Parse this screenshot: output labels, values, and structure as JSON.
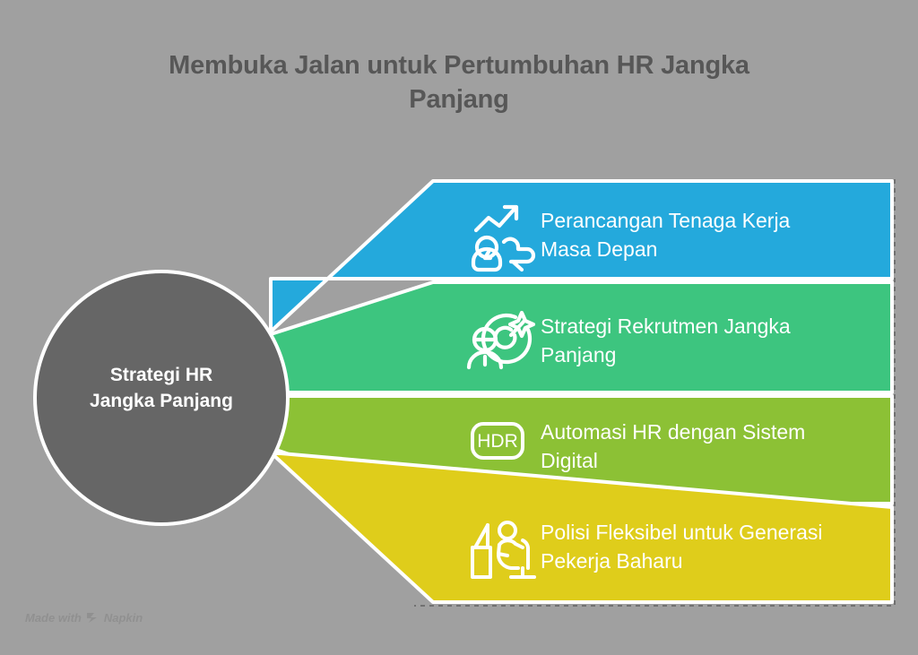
{
  "page": {
    "background_color": "#a0a0a0",
    "title": "Membuka Jalan untuk Pertumbuhan HR Jangka\nPanjang",
    "title_color": "#575757"
  },
  "hub": {
    "label": "Strategi HR\nJangka Panjang",
    "fill_color": "#666666",
    "ring_color": "#ffffff",
    "text_color": "#ffffff"
  },
  "bands": [
    {
      "label": "Perancangan Tenaga Kerja\nMasa Depan",
      "color": "#24a9dc",
      "icon": "people-growth-arrow-icon",
      "text_color": "#ffffff"
    },
    {
      "label": "Strategi Rekrutmen Jangka\nPanjang",
      "color": "#3dc57f",
      "icon": "person-target-star-icon",
      "text_color": "#ffffff"
    },
    {
      "label": "Automasi HR dengan Sistem\nDigital",
      "color": "#8cc135",
      "icon": "hdr-badge-icon",
      "icon_text": "HDR",
      "text_color": "#ffffff"
    },
    {
      "label": "Polisi Fleksibel untuk Generasi\nPekerja Baharu",
      "color": "#dfcd1b",
      "icon": "person-at-desk-icon",
      "text_color": "#ffffff"
    }
  ],
  "footer": {
    "made_with": "Made with",
    "brand": "Napkin",
    "color": "#8e8e8e"
  }
}
